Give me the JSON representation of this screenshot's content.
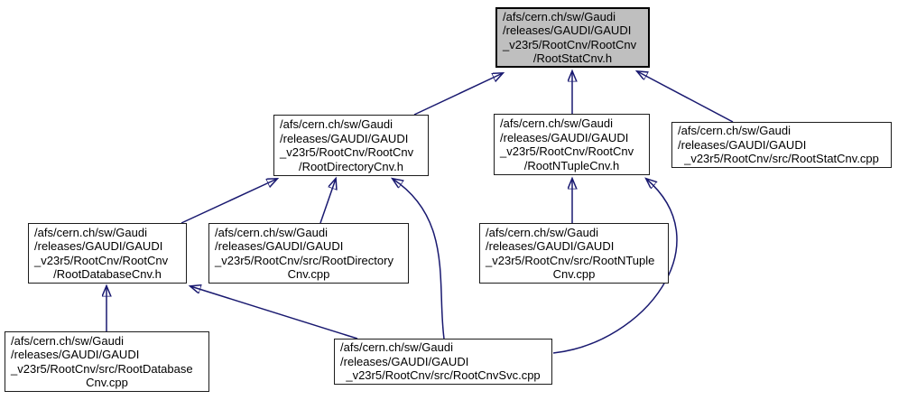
{
  "diagram": {
    "kind": "doxygen-include-dependency-graph",
    "colors": {
      "edge": "#191970",
      "node_fill": "#ffffff",
      "highlight_node_fill": "#bfbfbf",
      "node_border": "#000000",
      "background": "#ffffff"
    },
    "nodes": [
      {
        "id": "root-stat-cnv-h",
        "highlighted": true,
        "lines": [
          "/afs/cern.ch/sw/Gaudi",
          "/releases/GAUDI/GAUDI",
          "_v23r5/RootCnv/RootCnv",
          "/RootStatCnv.h"
        ]
      },
      {
        "id": "root-directory-cnv-h",
        "highlighted": false,
        "lines": [
          "/afs/cern.ch/sw/Gaudi",
          "/releases/GAUDI/GAUDI",
          "_v23r5/RootCnv/RootCnv",
          "/RootDirectoryCnv.h"
        ]
      },
      {
        "id": "root-ntuple-cnv-h",
        "highlighted": false,
        "lines": [
          "/afs/cern.ch/sw/Gaudi",
          "/releases/GAUDI/GAUDI",
          "_v23r5/RootCnv/RootCnv",
          "/RootNTupleCnv.h"
        ]
      },
      {
        "id": "root-stat-cnv-cpp",
        "highlighted": false,
        "lines": [
          "/afs/cern.ch/sw/Gaudi",
          "/releases/GAUDI/GAUDI",
          "_v23r5/RootCnv/src/RootStatCnv.cpp"
        ]
      },
      {
        "id": "root-database-cnv-h",
        "highlighted": false,
        "lines": [
          "/afs/cern.ch/sw/Gaudi",
          "/releases/GAUDI/GAUDI",
          "_v23r5/RootCnv/RootCnv",
          "/RootDatabaseCnv.h"
        ]
      },
      {
        "id": "root-directory-cnv-cpp",
        "highlighted": false,
        "lines": [
          "/afs/cern.ch/sw/Gaudi",
          "/releases/GAUDI/GAUDI",
          "_v23r5/RootCnv/src/RootDirectory",
          "Cnv.cpp"
        ]
      },
      {
        "id": "root-ntuple-cnv-cpp",
        "highlighted": false,
        "lines": [
          "/afs/cern.ch/sw/Gaudi",
          "/releases/GAUDI/GAUDI",
          "_v23r5/RootCnv/src/RootNTuple",
          "Cnv.cpp"
        ]
      },
      {
        "id": "root-database-cnv-cpp",
        "highlighted": false,
        "lines": [
          "/afs/cern.ch/sw/Gaudi",
          "/releases/GAUDI/GAUDI",
          "_v23r5/RootCnv/src/RootDatabase",
          "Cnv.cpp"
        ]
      },
      {
        "id": "root-cnv-svc-cpp",
        "highlighted": false,
        "lines": [
          "/afs/cern.ch/sw/Gaudi",
          "/releases/GAUDI/GAUDI",
          "_v23r5/RootCnv/src/RootCnvSvc.cpp"
        ]
      }
    ],
    "edges": [
      {
        "from": "root-directory-cnv-h",
        "to": "root-stat-cnv-h"
      },
      {
        "from": "root-ntuple-cnv-h",
        "to": "root-stat-cnv-h"
      },
      {
        "from": "root-stat-cnv-cpp",
        "to": "root-stat-cnv-h"
      },
      {
        "from": "root-database-cnv-h",
        "to": "root-directory-cnv-h"
      },
      {
        "from": "root-directory-cnv-cpp",
        "to": "root-directory-cnv-h"
      },
      {
        "from": "root-cnv-svc-cpp",
        "to": "root-directory-cnv-h"
      },
      {
        "from": "root-ntuple-cnv-cpp",
        "to": "root-ntuple-cnv-h"
      },
      {
        "from": "root-cnv-svc-cpp",
        "to": "root-ntuple-cnv-h"
      },
      {
        "from": "root-database-cnv-cpp",
        "to": "root-database-cnv-h"
      },
      {
        "from": "root-cnv-svc-cpp",
        "to": "root-database-cnv-h"
      }
    ]
  }
}
